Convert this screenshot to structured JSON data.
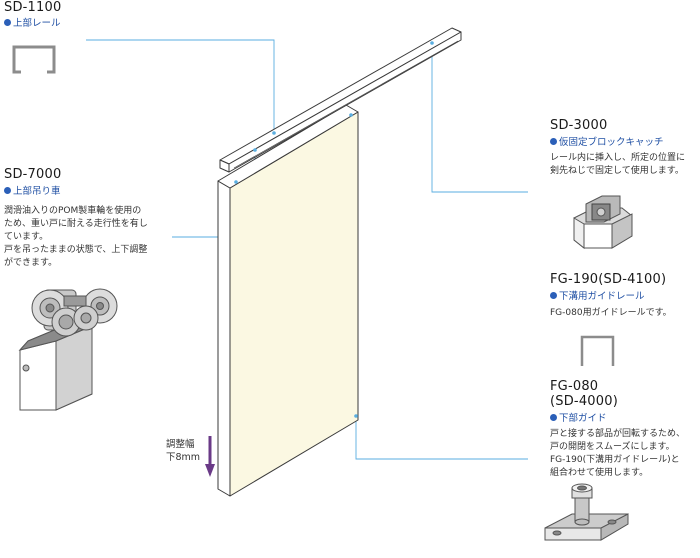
{
  "colors": {
    "leader": "#5aaee0",
    "accent_blue": "#2b5fb8",
    "door_fill": "#fbf8e2",
    "outline": "#3a3a3a",
    "arrow": "#6a3a87"
  },
  "parts": {
    "sd1100": {
      "code": "SD-1100",
      "name": "上部レール"
    },
    "sd7000": {
      "code": "SD-7000",
      "name": "上部吊り車",
      "desc": [
        "潤滑油入りのPOM製車輪を使用の",
        "ため、重い戸に耐える走行性を有し",
        "ています。",
        "戸を吊ったままの状態で、上下調整",
        "ができます。"
      ]
    },
    "sd3000": {
      "code": "SD-3000",
      "name": "仮固定ブロックキャッチ",
      "desc": [
        "レール内に挿入し、所定の位置に",
        "剣先ねじで固定して使用します。"
      ]
    },
    "fg190": {
      "code": "FG-190",
      "code_alt": "(SD-4100)",
      "name": "下溝用ガイドレール",
      "desc": [
        "FG-080用ガイドレールです。"
      ]
    },
    "fg080": {
      "code": "FG-080",
      "code_alt": "(SD-4000)",
      "name": "下部ガイド",
      "desc": [
        "戸と接する部品が回転するため、",
        "戸の開閉をスムーズにします。",
        "FG-190(下溝用ガイドレール)と",
        "組合わせて使用します。"
      ]
    }
  },
  "adjust": {
    "label": "調整幅",
    "value": "下8mm"
  }
}
